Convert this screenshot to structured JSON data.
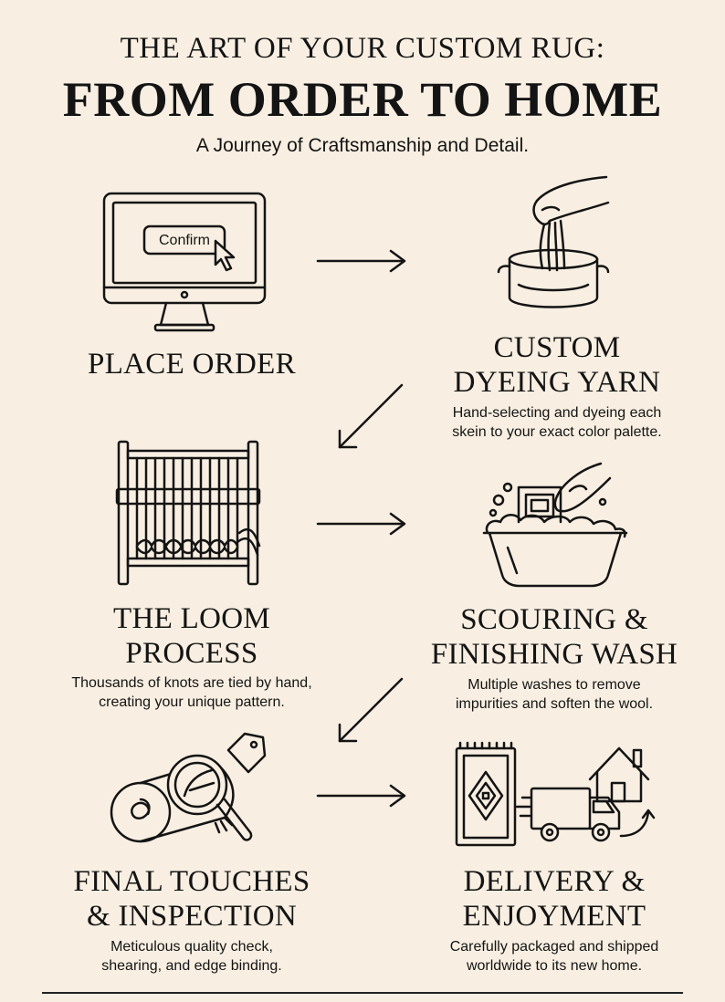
{
  "header": {
    "title_line1": "THE ART OF YOUR CUSTOM RUG:",
    "title_line2": "FROM ORDER TO HOME",
    "subtitle": "A Journey of Craftsmanship and Detail."
  },
  "steps": [
    {
      "label": "PLACE ORDER",
      "description": "",
      "icon": "computer-monitor-icon",
      "screen_button": "Confirm"
    },
    {
      "label": "CUSTOM\nDYEING YARN",
      "description": "Hand-selecting and dyeing each\nskein to your exact color palette.",
      "icon": "dye-pot-icon"
    },
    {
      "label": "THE LOOM\nPROCESS",
      "description": "Thousands of knots are tied by hand,\ncreating your unique pattern.",
      "icon": "loom-icon"
    },
    {
      "label": "SCOURING &\nFINISHING WASH",
      "description": "Multiple washes to remove\nimpurities and soften the wool.",
      "icon": "wash-basin-icon"
    },
    {
      "label": "FINAL TOUCHES\n& INSPECTION",
      "description": "Meticulous quality check,\nshearing, and edge binding.",
      "icon": "inspection-icon"
    },
    {
      "label": "DELIVERY &\nENJOYMENT",
      "description": "Carefully packaged and shipped\nworldwide to its new home.",
      "icon": "delivery-icon"
    }
  ],
  "colors": {
    "background": "#f8efe2",
    "ink": "#141414"
  }
}
